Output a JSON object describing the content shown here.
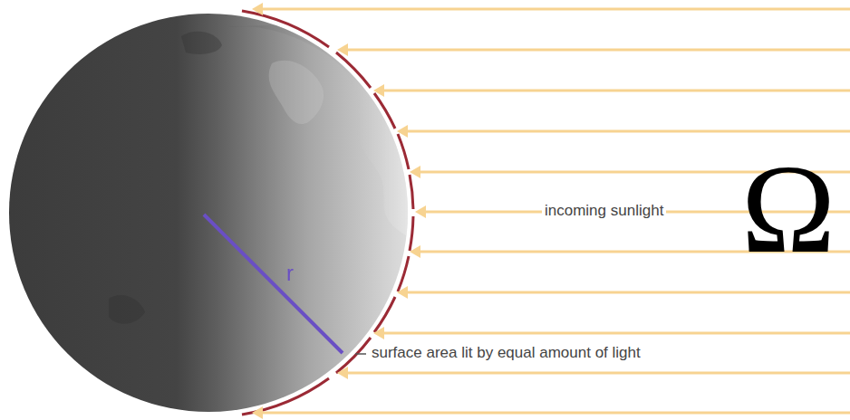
{
  "diagram": {
    "labels": [
      "r",
      "incoming sunlight",
      "surface area lit by equal amount of light",
      "Ω"
    ]
  }
}
